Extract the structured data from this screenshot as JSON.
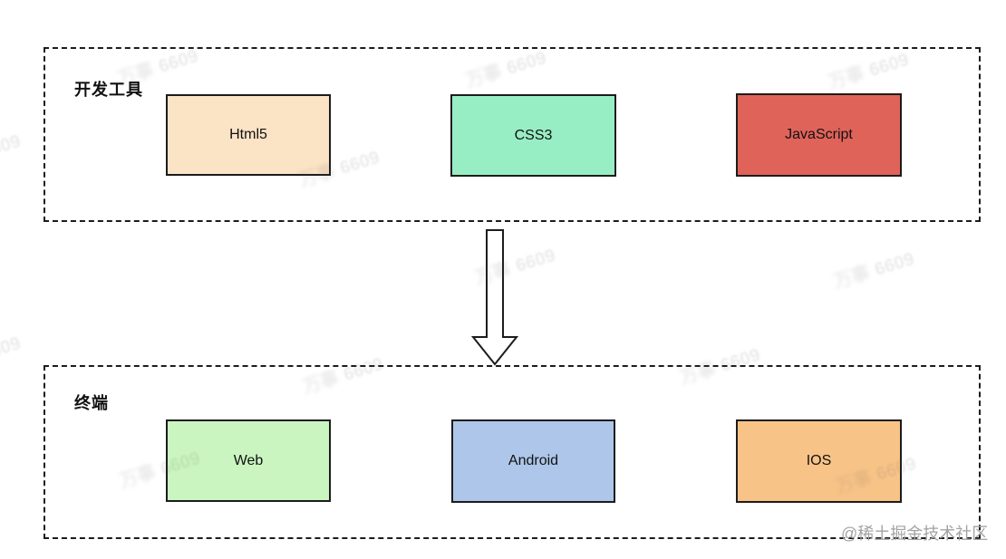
{
  "groups": [
    {
      "label": "开发工具",
      "boxes": [
        {
          "label": "Html5",
          "fill": "#fbe3c5"
        },
        {
          "label": "CSS3",
          "fill": "#98eec4"
        },
        {
          "label": "JavaScript",
          "fill": "#e0635a"
        }
      ]
    },
    {
      "label": "终端",
      "boxes": [
        {
          "label": "Web",
          "fill": "#caf5c0"
        },
        {
          "label": "Android",
          "fill": "#adc6e9"
        },
        {
          "label": "IOS",
          "fill": "#f8c387"
        }
      ]
    }
  ],
  "arrow": {
    "direction": "down",
    "fill": "#ffffff",
    "stroke": "#1c1c1c"
  },
  "watermarks": {
    "tile_name": "万事",
    "tile_number": "6609",
    "credit": "@稀土掘金技术社区"
  },
  "colors": {
    "background": "#ffffff",
    "border": "#1c1c1c"
  }
}
